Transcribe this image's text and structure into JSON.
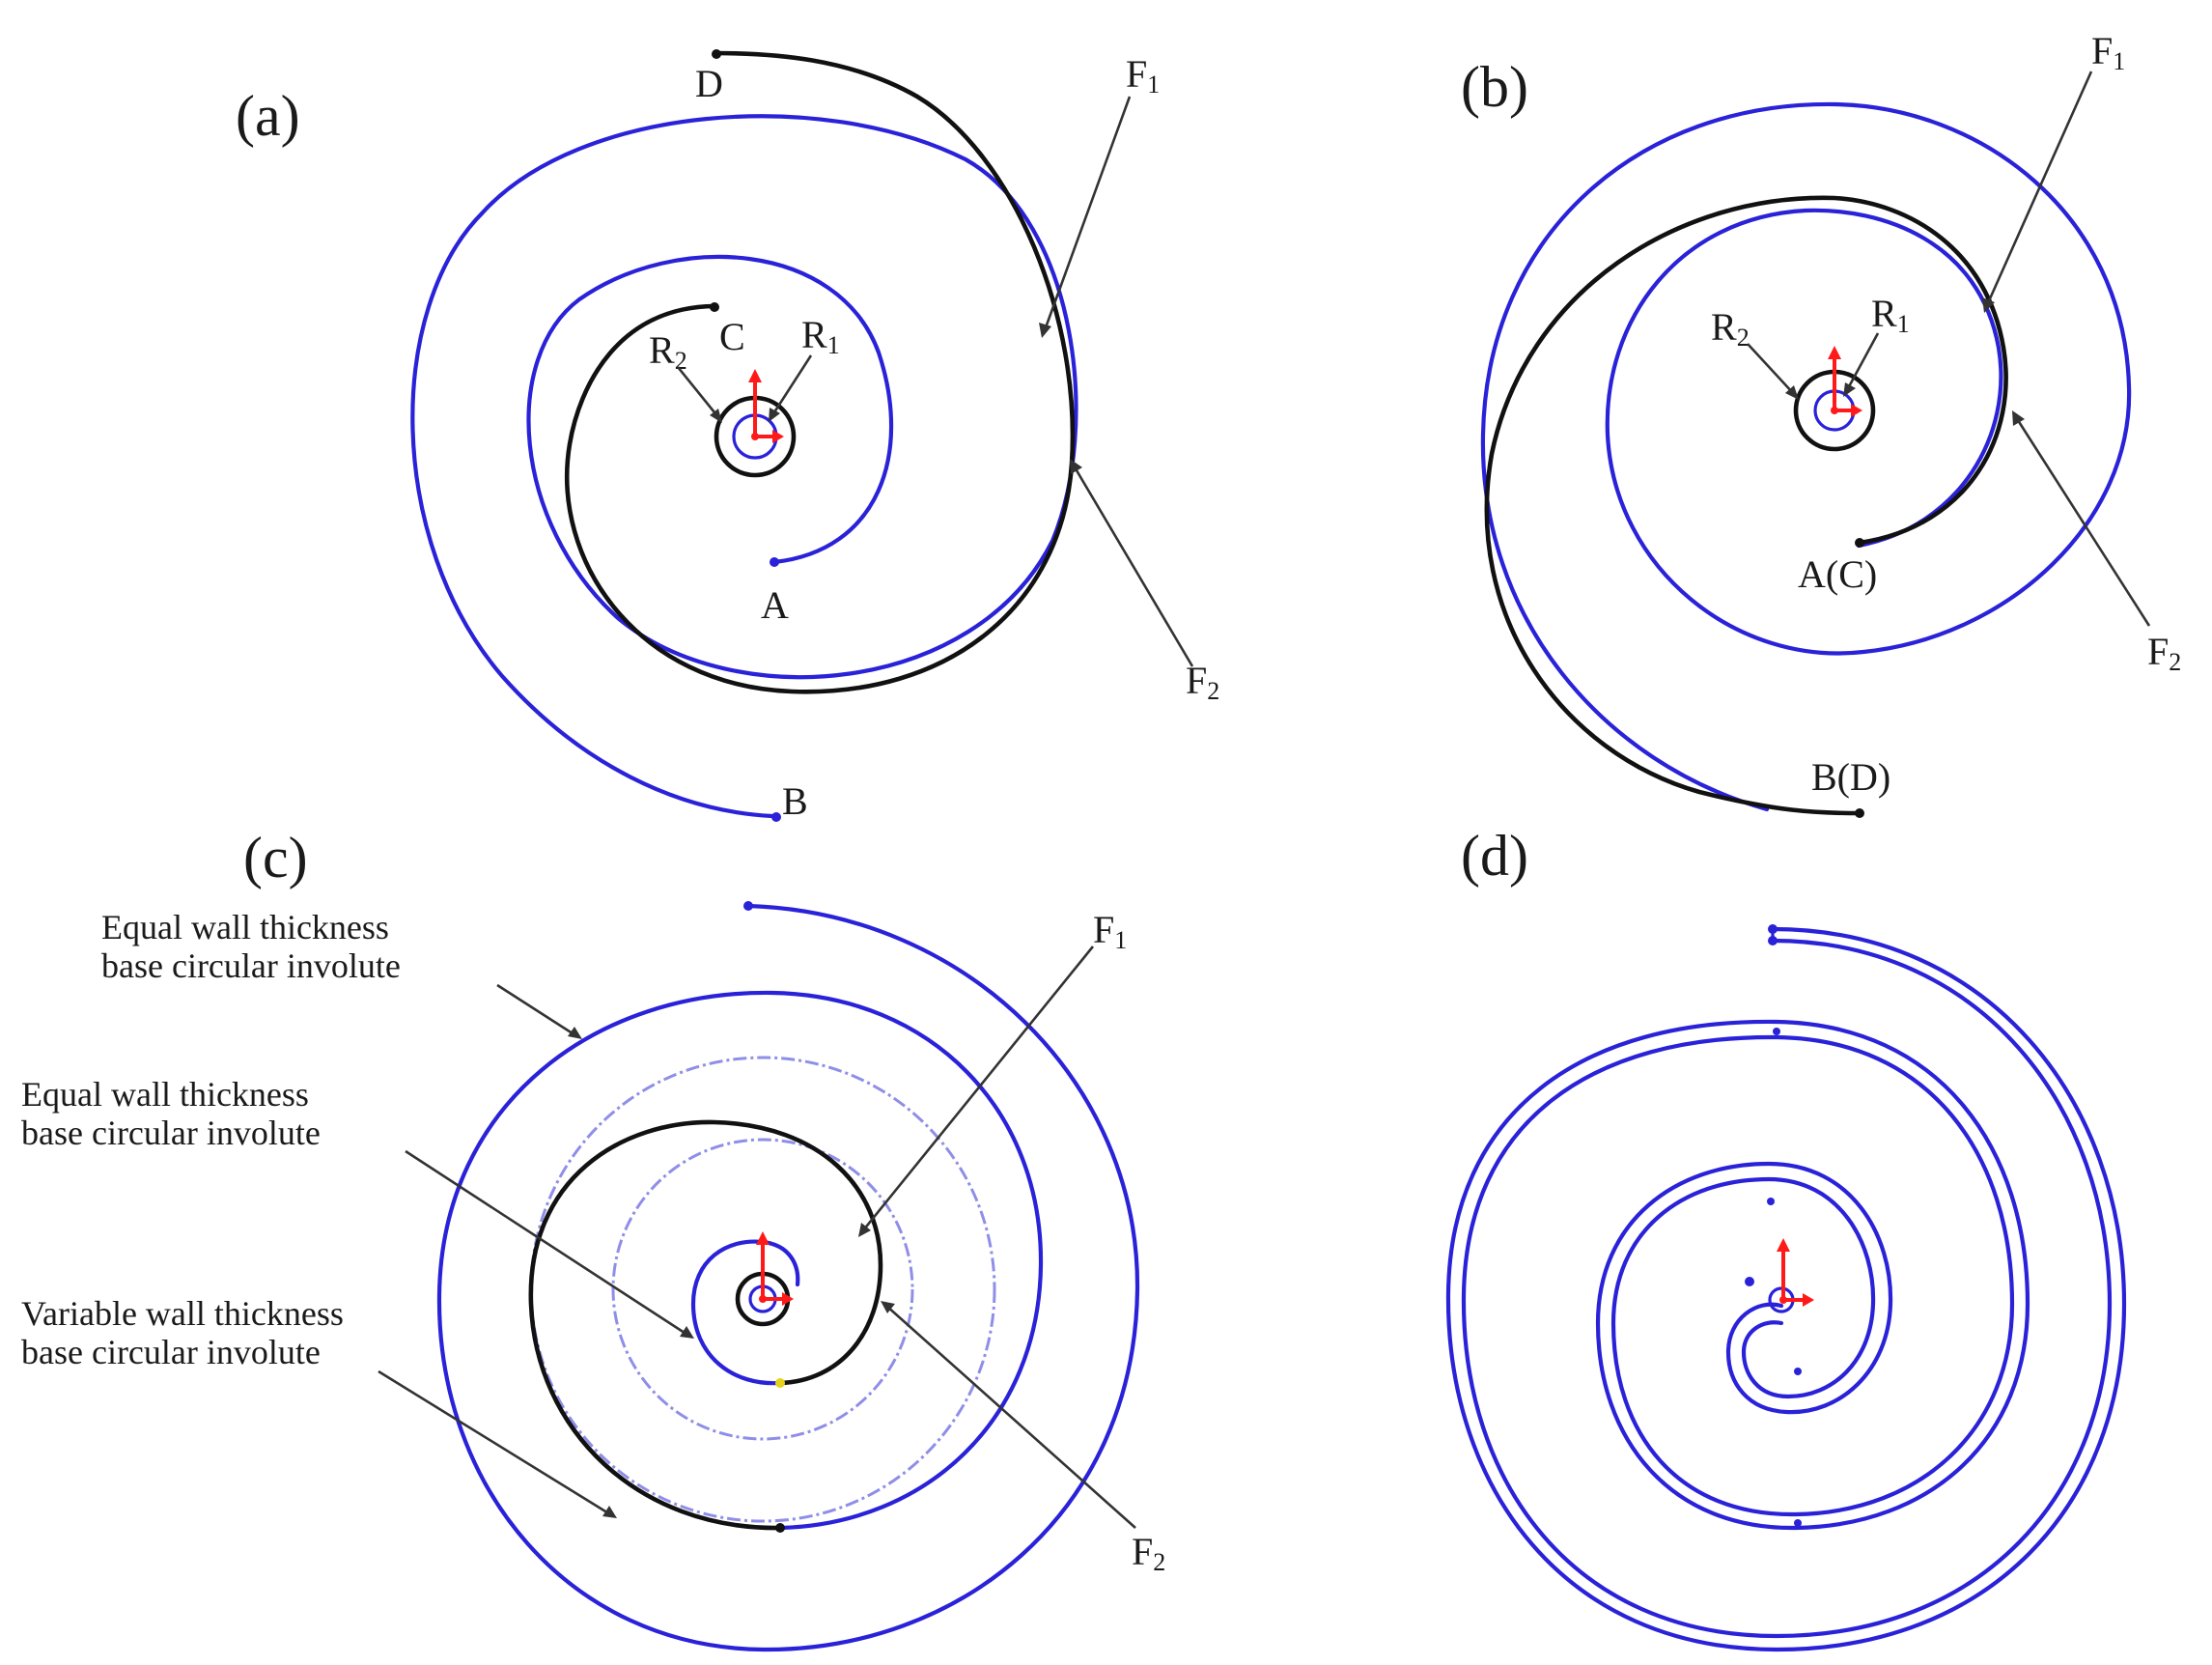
{
  "panels": {
    "a": {
      "letter": "(a)",
      "labels": {
        "D": "D",
        "C": "C",
        "A": "A",
        "B": "B",
        "F1": "F",
        "F1_sub": "1",
        "F2": "F",
        "F2_sub": "2",
        "R1": "R",
        "R1_sub": "1",
        "R2": "R",
        "R2_sub": "2"
      }
    },
    "b": {
      "letter": "(b)",
      "labels": {
        "AC": "A(C)",
        "BD": "B(D)",
        "F1": "F",
        "F1_sub": "1",
        "F2": "F",
        "F2_sub": "2",
        "R1": "R",
        "R1_sub": "1",
        "R2": "R",
        "R2_sub": "2"
      }
    },
    "c": {
      "letter": "(c)",
      "labels": {
        "F1": "F",
        "F1_sub": "1",
        "F2": "F",
        "F2_sub": "2",
        "callout1_line1": "Equal wall thickness",
        "callout1_line2": "base circular involute",
        "callout2_line1": "Equal wall thickness",
        "callout2_line2": "base circular involute",
        "callout3_line1": "Variable wall thickness",
        "callout3_line2": "base circular involute"
      }
    },
    "d": {
      "letter": "(d)"
    }
  },
  "colors": {
    "profile_blue": "#2a22d8",
    "profile_black": "#111111",
    "reference_light_blue": "#8f8ee8",
    "origin_axis_red": "#ff1a1a",
    "junction_yellow": "#e6d21a"
  }
}
